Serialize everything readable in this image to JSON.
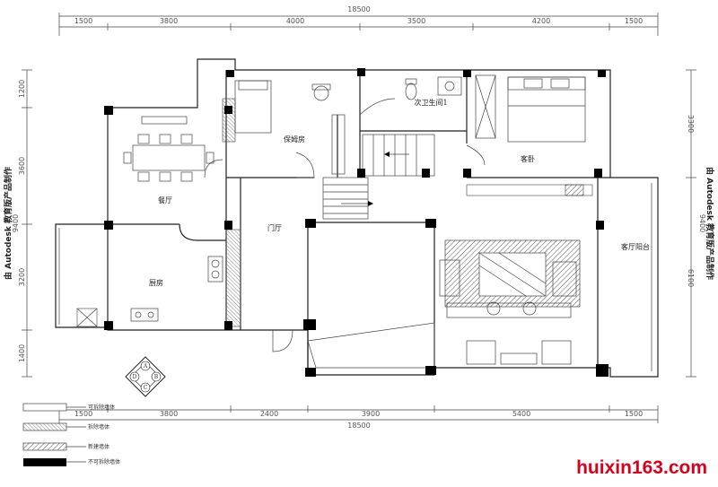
{
  "dimensions": {
    "top_total": "18500",
    "top_segments": [
      "1500",
      "3800",
      "4000",
      "3500",
      "4200",
      "1500"
    ],
    "bottom_total": "18500",
    "bottom_segments": [
      "1500",
      "3800",
      "2400",
      "3900",
      "5400",
      "1500"
    ],
    "left_segments": [
      "1200",
      "3600",
      "3200",
      "1400"
    ],
    "left_total": "9400",
    "right_segments": [
      "3300",
      "6100"
    ],
    "right_total": "9400"
  },
  "rooms": {
    "nanny_room": "保姆房",
    "second_bathroom": "次卫生间1",
    "guest_room": "客卧",
    "dining": "餐厅",
    "foyer": "门厅",
    "kitchen": "厨房",
    "living_balcony": "客厅阳台"
  },
  "side_text": "由 Autodesk 教育版产品制作",
  "legend": [
    {
      "label": "可拆除墙体"
    },
    {
      "label": "拆除墙体"
    },
    {
      "label": "新建墙体"
    },
    {
      "label": "不可拆除墙体"
    }
  ],
  "compass_letters": [
    "A",
    "B",
    "C",
    "D"
  ],
  "watermark": "huixin163.com"
}
